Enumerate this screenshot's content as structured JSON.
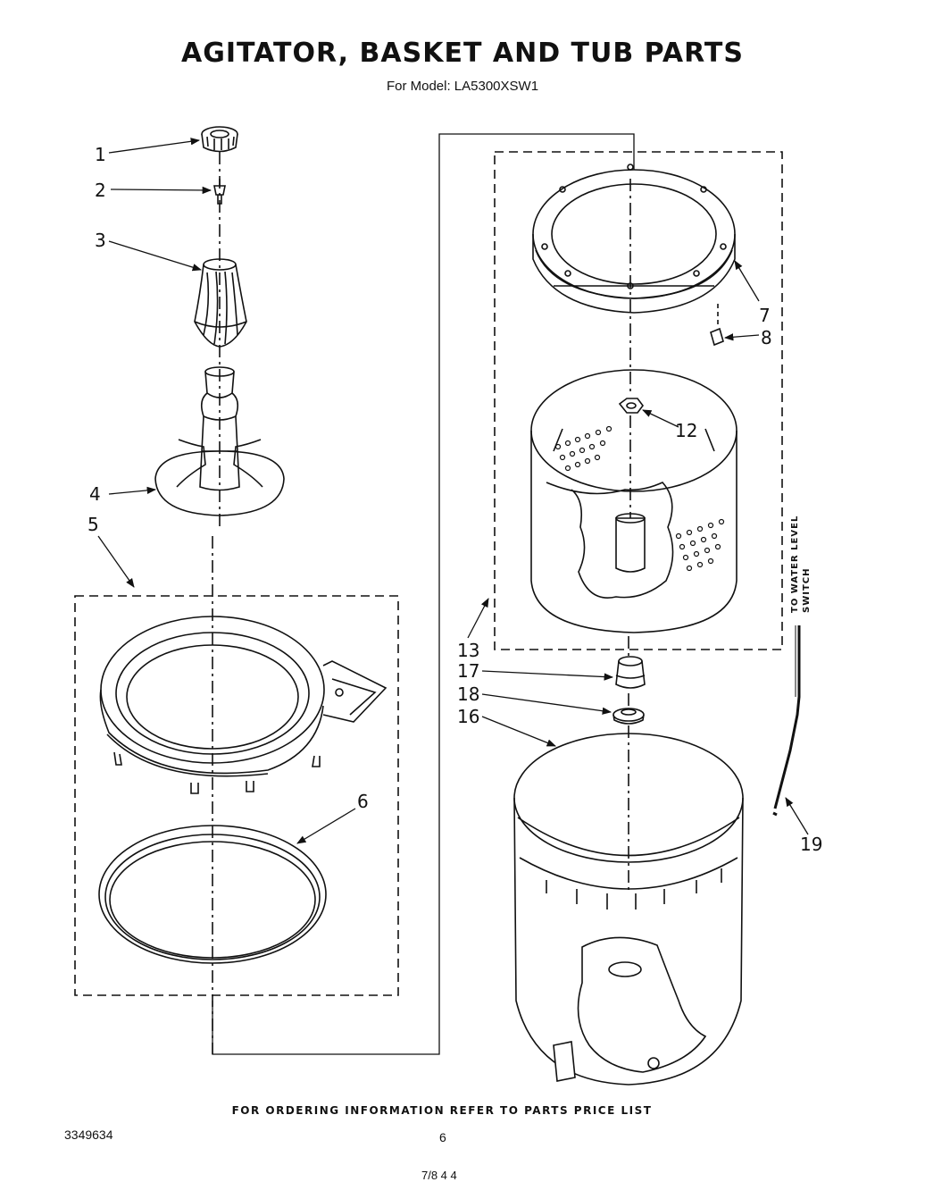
{
  "header": {
    "title": "AGITATOR, BASKET AND TUB PARTS",
    "subtitle": "For Model: LA5300XSW1"
  },
  "callouts": [
    "1",
    "2",
    "3",
    "4",
    "5",
    "6",
    "7",
    "8",
    "12",
    "13",
    "16",
    "17",
    "18",
    "19"
  ],
  "side_label": {
    "line1": "TO WATER LEVEL",
    "line2": "SWITCH"
  },
  "footer": {
    "ordering_note": "FOR ORDERING INFORMATION REFER TO PARTS PRICE LIST",
    "doc_number": "3349634",
    "page_number": "6",
    "date_code": "7/8 4 4"
  }
}
